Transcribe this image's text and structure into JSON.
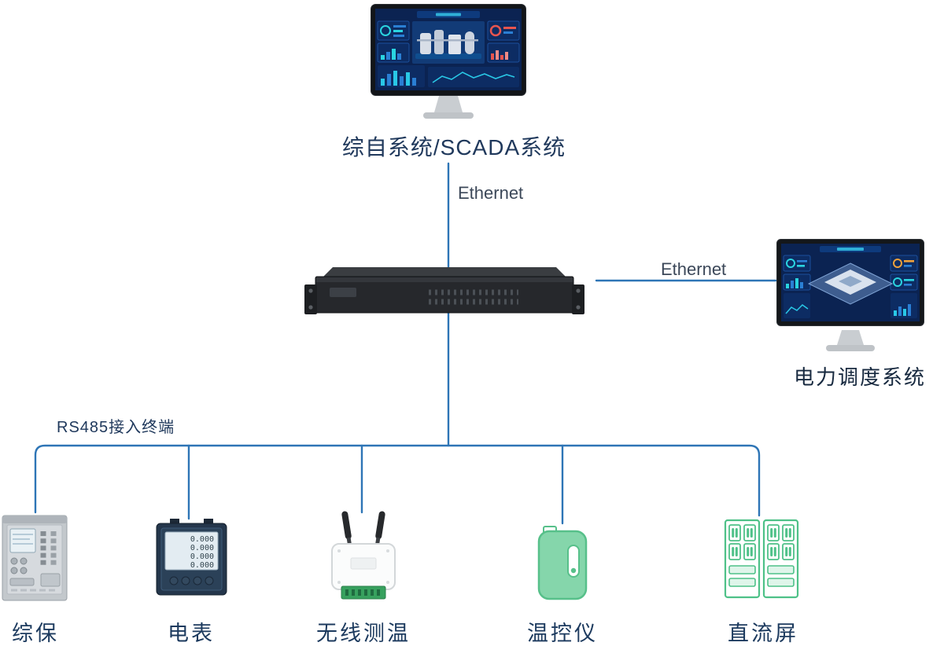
{
  "colors": {
    "connector_blue": "#2e75b6",
    "label_navy": "#20395c",
    "device_green": "#4ec188"
  },
  "top_system": {
    "label": "综自系统/SCADA系统"
  },
  "right_system": {
    "label": "电力调度系统"
  },
  "links": {
    "ethernet_top": "Ethernet",
    "ethernet_right": "Ethernet",
    "rs485_bus": "RS485接入终端"
  },
  "devices": [
    {
      "label": "综保"
    },
    {
      "label": "电表",
      "display_rows": [
        "0.000",
        "0.000",
        "0.000",
        "0.000"
      ]
    },
    {
      "label": "无线测温"
    },
    {
      "label": "温控仪"
    },
    {
      "label": "直流屏"
    }
  ]
}
